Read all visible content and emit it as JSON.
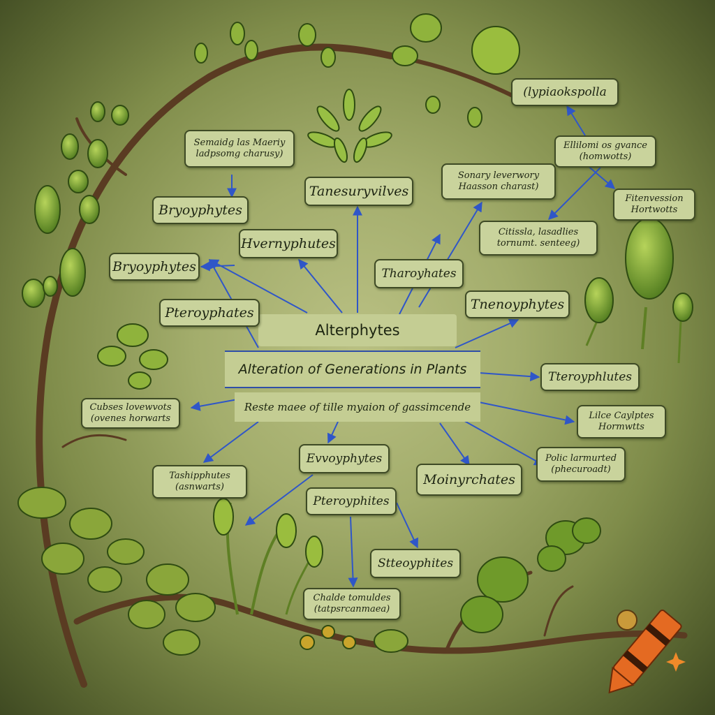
{
  "diagram": {
    "center": {
      "title": "Alterphytes",
      "main": "Alteration of Generations in Plants",
      "subtitle": "Reste maee of tille myaion of gassimcende"
    },
    "nodes": [
      {
        "id": "top-right-label",
        "lines": [
          "(lypiaokspolla"
        ]
      },
      {
        "id": "top-left-note",
        "lines": [
          "Semaidg las Maeriy",
          "ladpsomg charusy)"
        ]
      },
      {
        "id": "tanesury",
        "lines": [
          "Tanesuryvilves"
        ]
      },
      {
        "id": "sonary-note",
        "lines": [
          "Sonary leverwory",
          "Haasson charast)"
        ]
      },
      {
        "id": "elilomi-note",
        "lines": [
          "Ellilomi os gvance",
          "(homwotts)"
        ]
      },
      {
        "id": "fitenvession",
        "lines": [
          "Fitenvession",
          "Hortwotts"
        ]
      },
      {
        "id": "bryophytes-1",
        "lines": [
          "Bryoyphytes"
        ]
      },
      {
        "id": "hvernphytes",
        "lines": [
          "Hvernyphutes"
        ]
      },
      {
        "id": "citissla-note",
        "lines": [
          "Citissla, lasadlies",
          "tornumt. senteeg)"
        ]
      },
      {
        "id": "bryophytes-2",
        "lines": [
          "Bryoyphytes"
        ]
      },
      {
        "id": "tharoyhates",
        "lines": [
          "Tharoyhates"
        ]
      },
      {
        "id": "tnenoyphytes",
        "lines": [
          "Tnenoyphytes"
        ]
      },
      {
        "id": "pteroyphates",
        "lines": [
          "Pteroyphates"
        ]
      },
      {
        "id": "tteroyphlutes",
        "lines": [
          "Tteroyphlutes"
        ]
      },
      {
        "id": "cubses-note",
        "lines": [
          "Cubses lovewvots",
          "(ovenes horwarts"
        ]
      },
      {
        "id": "lilce-capytes",
        "lines": [
          "Lilce Caylptes",
          "Hormwtts"
        ]
      },
      {
        "id": "evvoyphytes",
        "lines": [
          "Evvoyphytes"
        ]
      },
      {
        "id": "tashipphutes",
        "lines": [
          "Tashipphutes",
          "(asnwarts)"
        ]
      },
      {
        "id": "moinyrchates",
        "lines": [
          "Moinyrchates"
        ]
      },
      {
        "id": "polic-note",
        "lines": [
          "Polic larmurted",
          "(phecuroadt)"
        ]
      },
      {
        "id": "pteroyphites",
        "lines": [
          "Pteroyphites"
        ]
      },
      {
        "id": "stteoyphites",
        "lines": [
          "Stteoyphites"
        ]
      },
      {
        "id": "chalde-note",
        "lines": [
          "Chalde tomuldes",
          "(tatpsrcanmaea)"
        ]
      }
    ],
    "arrow_color": "#2f56c8",
    "box_color": "#c9d39c",
    "plant_color": "#7fa434"
  }
}
